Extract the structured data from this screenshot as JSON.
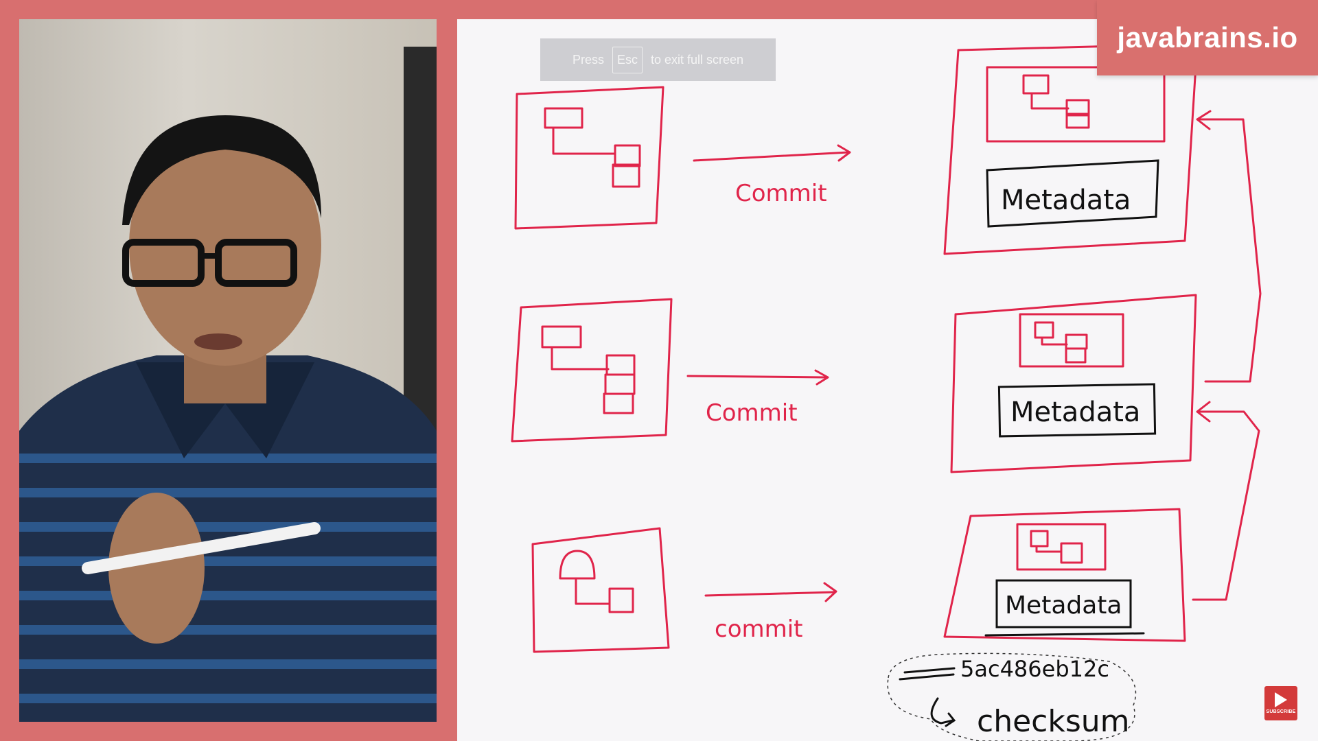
{
  "fullscreen_hint": {
    "prefix": "Press",
    "key": "Esc",
    "suffix": "to exit full screen"
  },
  "brand": "javabrains.io",
  "subscribe_label": "SUBSCRIBE",
  "board": {
    "commit_labels": [
      "Commit",
      "Commit",
      "commit"
    ],
    "metadata_labels": [
      "Metadata",
      "Metadata",
      "Metadata"
    ],
    "hash": "5ac486eb12c",
    "checksum": "checksum"
  },
  "colors": {
    "ink_red": "#e0244a",
    "ink_black": "#111111",
    "frame": "#d86f6f"
  }
}
